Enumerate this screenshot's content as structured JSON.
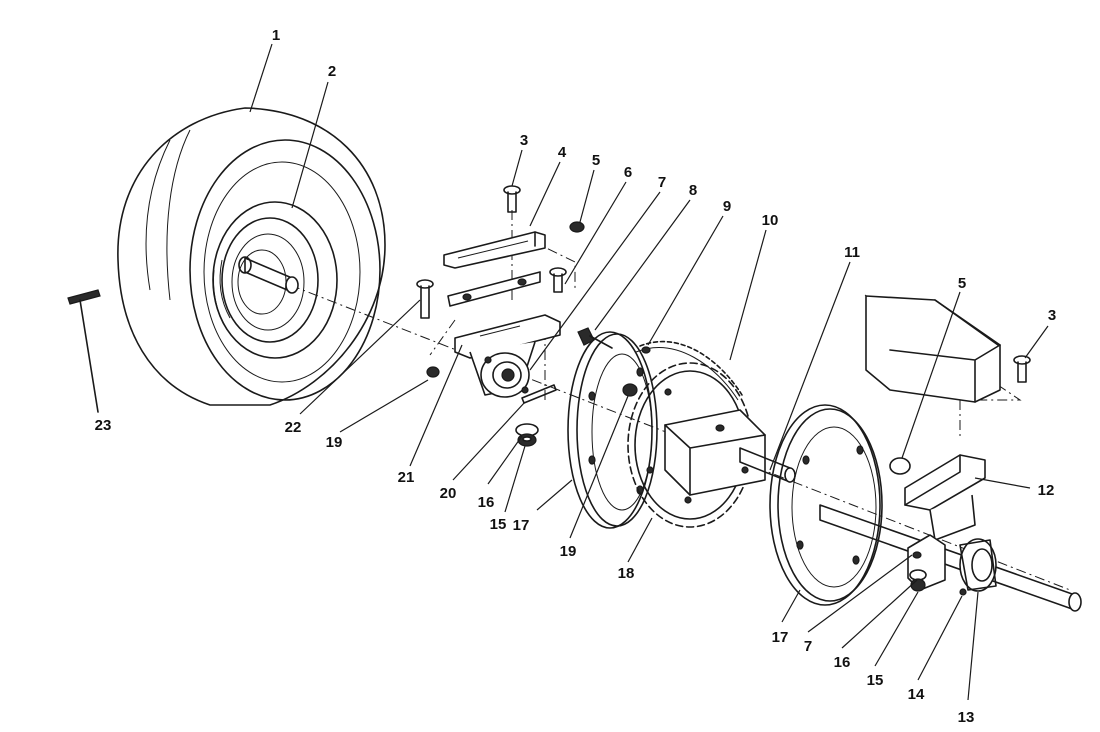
{
  "callouts": {
    "c1": "1",
    "c2": "2",
    "c3a": "3",
    "c3b": "3",
    "c4": "4",
    "c5a": "5",
    "c5b": "5",
    "c6": "6",
    "c7a": "7",
    "c7b": "7",
    "c8": "8",
    "c9": "9",
    "c10": "10",
    "c11": "11",
    "c12": "12",
    "c13": "13",
    "c14": "14",
    "c15a": "15",
    "c15b": "15",
    "c16a": "16",
    "c16b": "16",
    "c17a": "17",
    "c17b": "17",
    "c18": "18",
    "c19a": "19",
    "c19b": "19",
    "c20": "20",
    "c21": "21",
    "c22": "22",
    "c23": "23"
  },
  "colors": {
    "ink": "#1a1a1a",
    "paper": "#ffffff"
  }
}
